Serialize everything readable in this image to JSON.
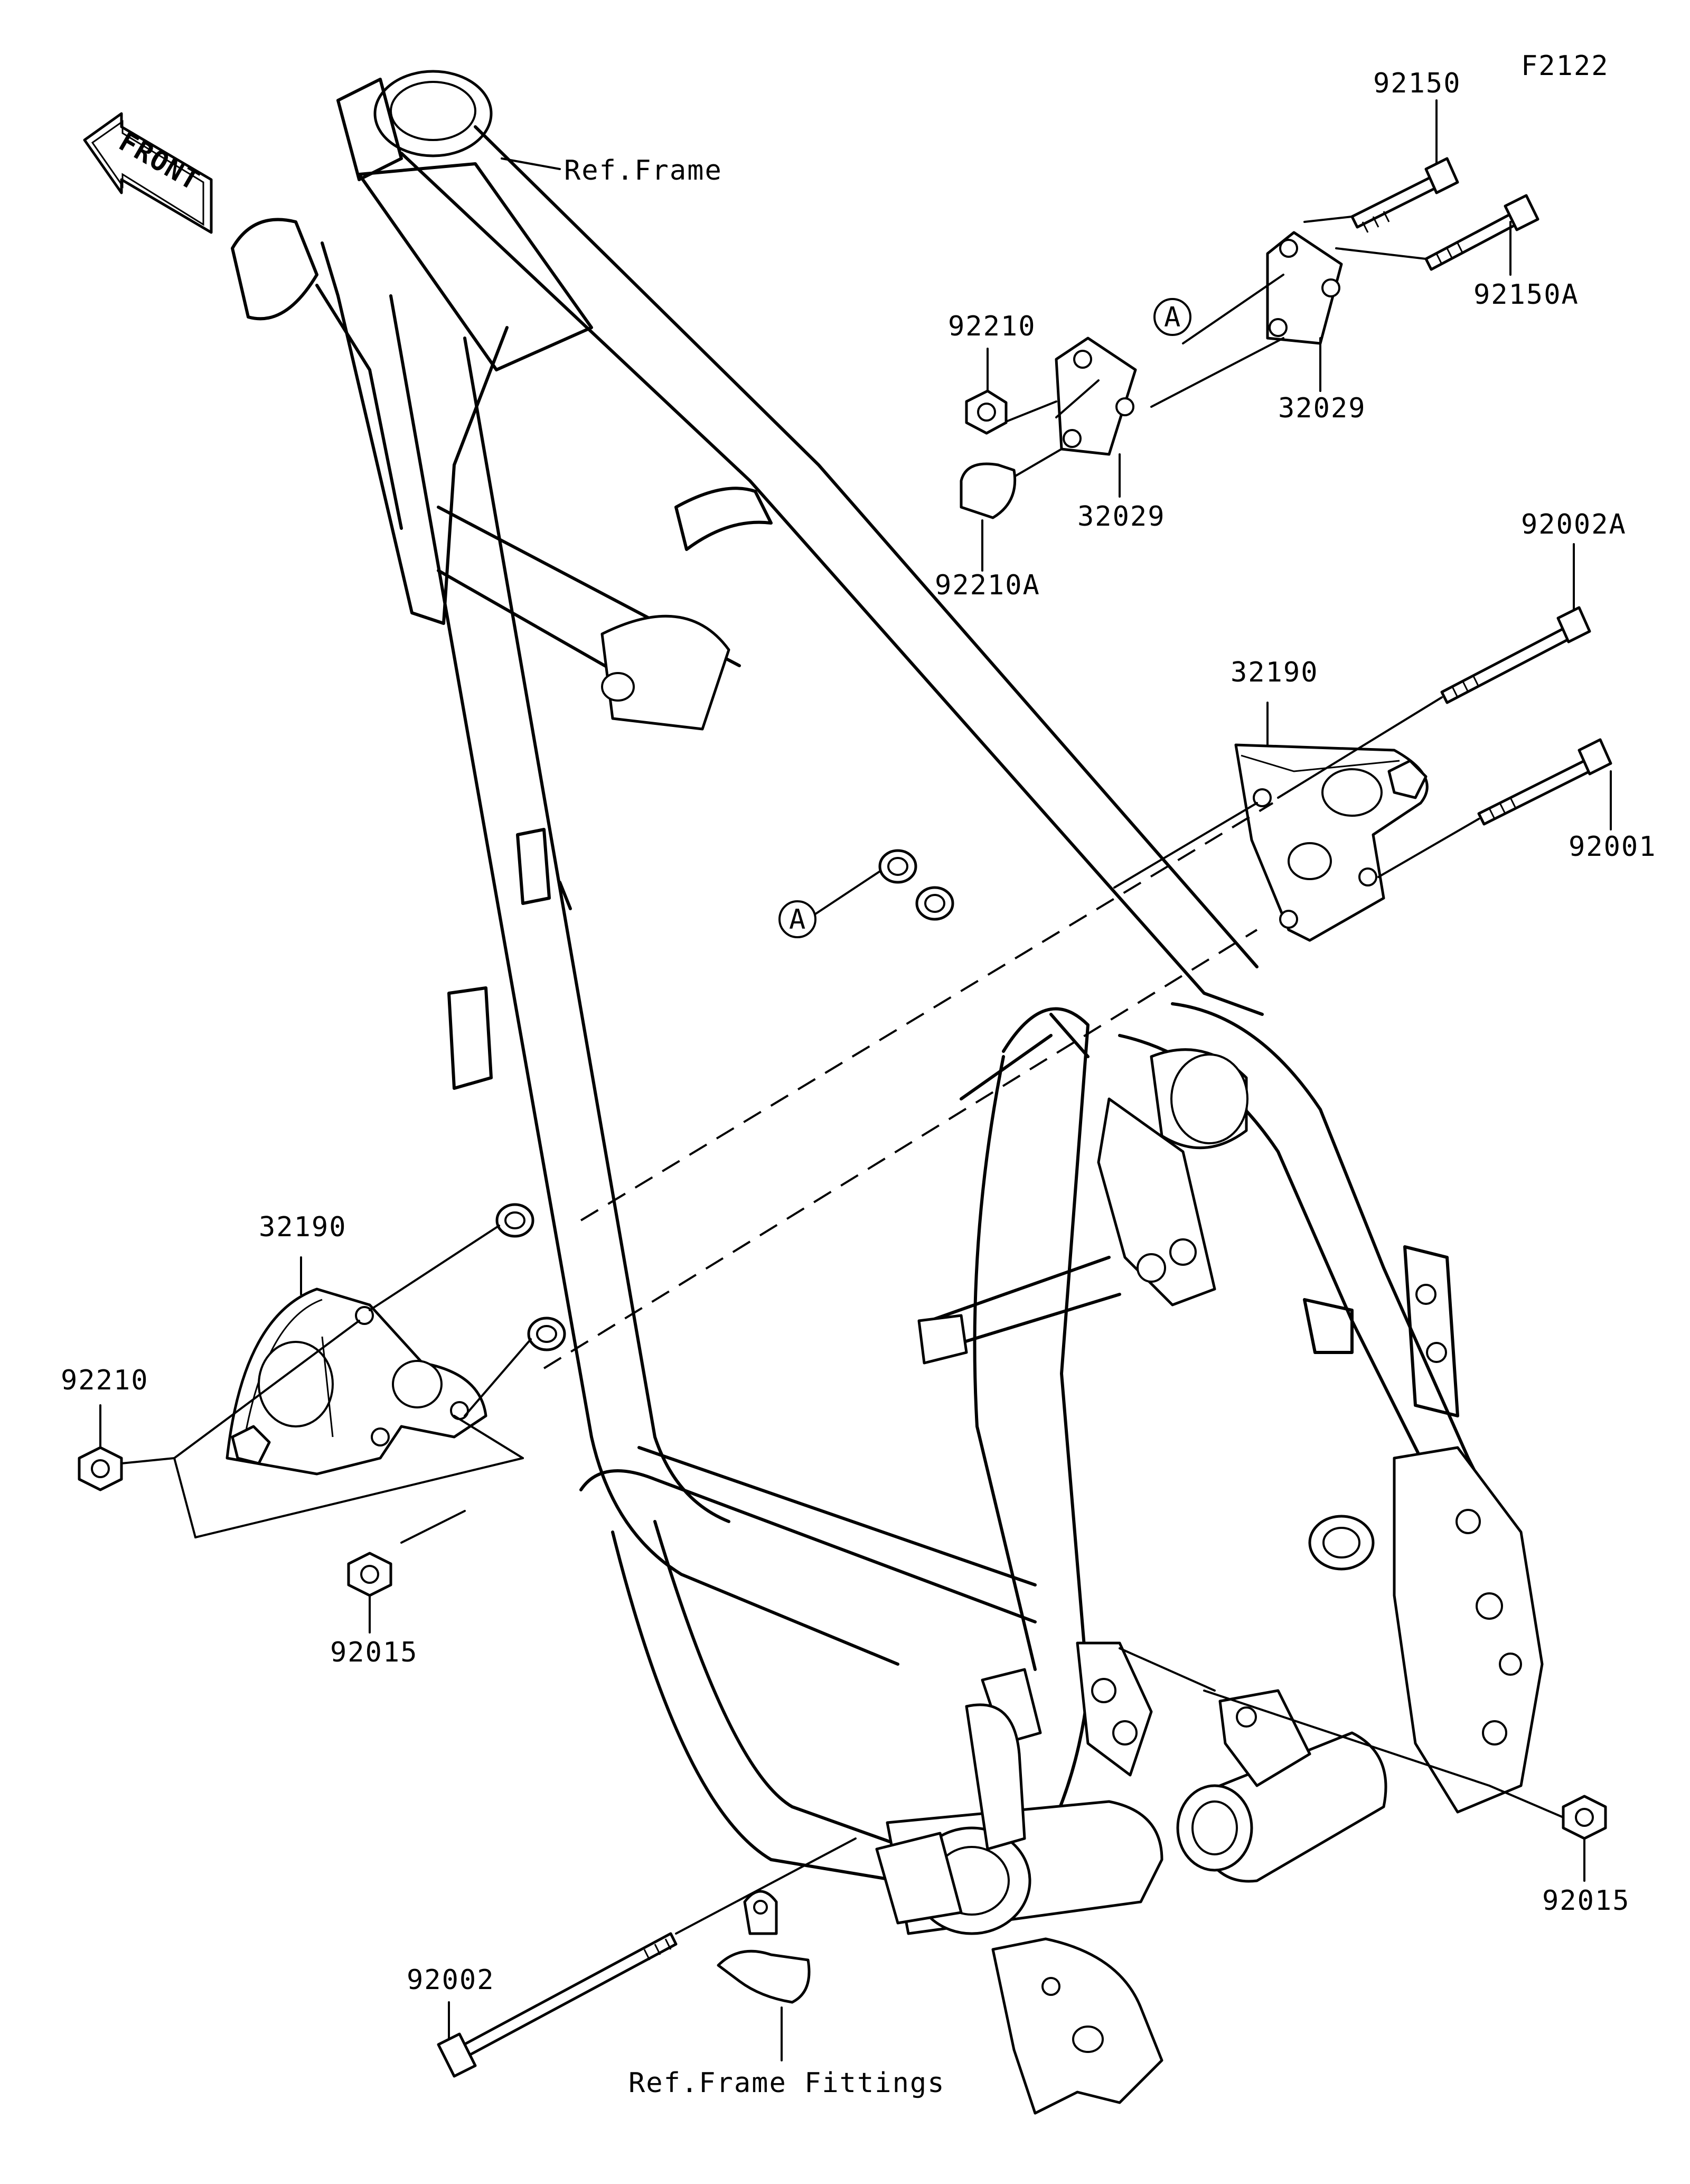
{
  "diagram_code": "F2122",
  "front_arrow_text": "FRONT",
  "reference_labels": {
    "ref_frame": "Ref.Frame",
    "ref_frame_fittings": "Ref.Frame Fittings"
  },
  "callout_marker": "A",
  "part_numbers": {
    "p92150": "92150",
    "p92150A": "92150A",
    "p92210_top": "92210",
    "p32029_upper": "32029",
    "p32029_lower": "32029",
    "p92210A": "92210A",
    "p92002A": "92002A",
    "p32190_right": "32190",
    "p92001": "92001",
    "p32190_left": "32190",
    "p92210_left": "92210",
    "p92015_left": "92015",
    "p92015_right": "92015",
    "p92002": "92002"
  }
}
